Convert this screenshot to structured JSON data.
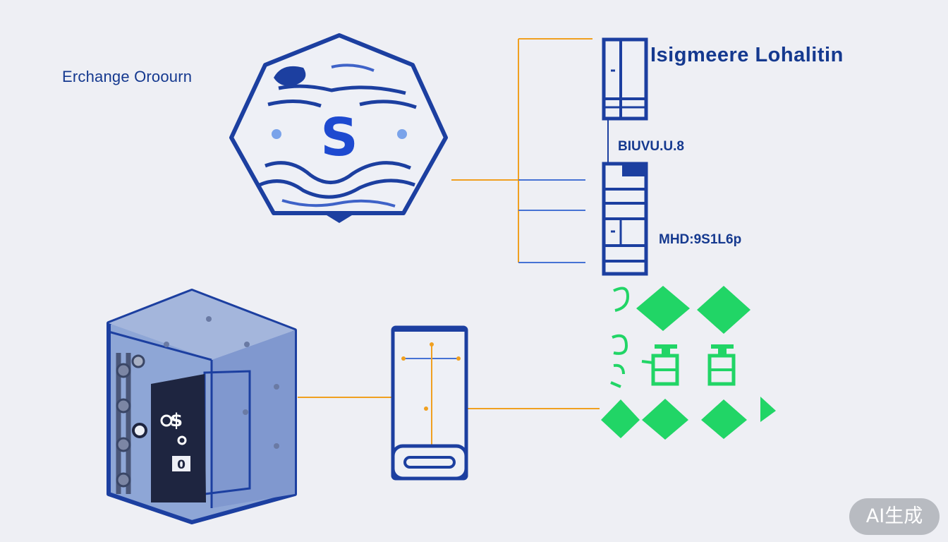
{
  "diagram": {
    "title": "Erchange Oroourn",
    "labels": {
      "top_right": "Isigmeere Lohalitin",
      "middle": "BIUVU.U.8",
      "lower": "MHD:9S1L6p"
    },
    "inner_glyphs": {
      "coin_symbol": "S",
      "vault_symbols": "$",
      "vault_lock": "0"
    },
    "icons": [
      "coin-globe-icon",
      "vault-icon",
      "device-icon",
      "cabinet-icon",
      "green-diamond-icon"
    ],
    "colors": {
      "primary_blue": "#1c3fa0",
      "connector_orange": "#f0a020",
      "accent_green": "#21d566",
      "background": "#eeeff4"
    }
  },
  "watermark": "AI生成"
}
